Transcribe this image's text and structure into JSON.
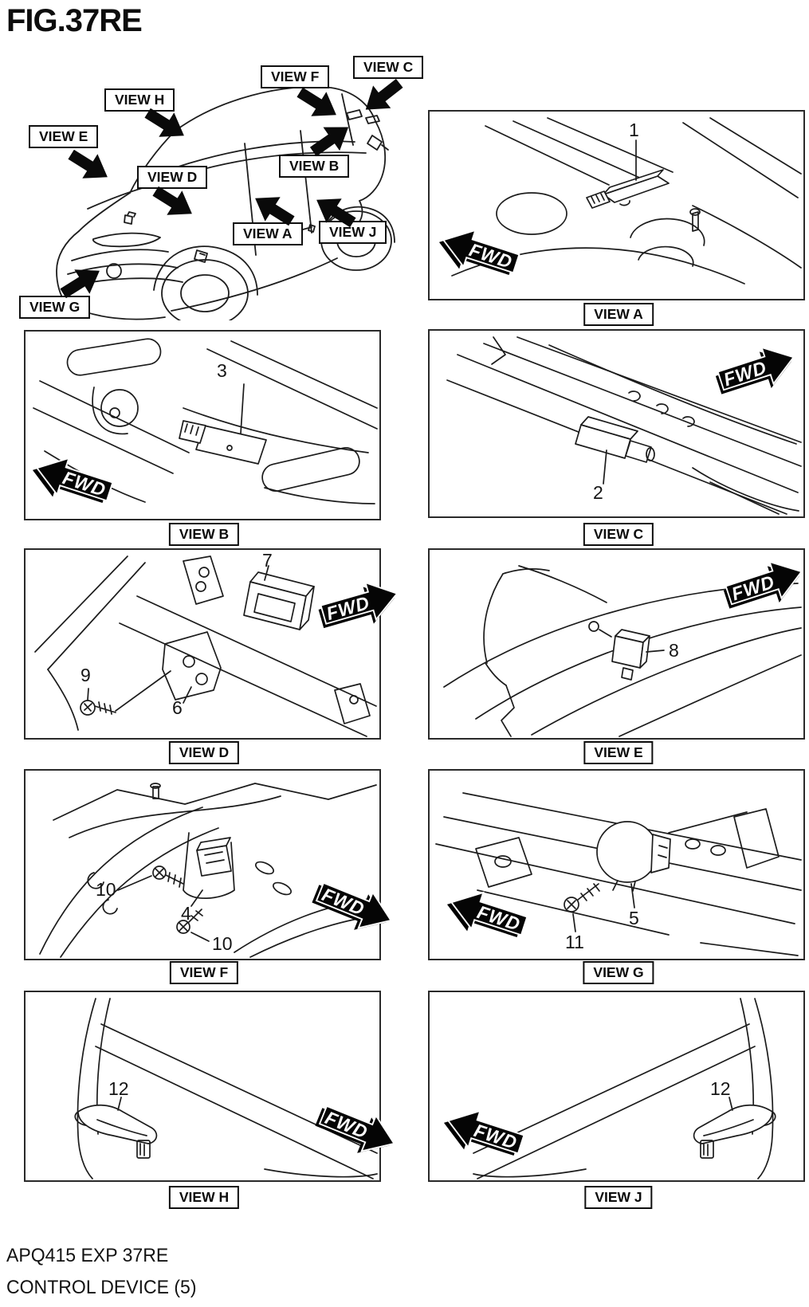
{
  "title": "FIG.37RE",
  "fwd_label": "FWD",
  "overview": {
    "labels": [
      {
        "id": "view-f",
        "text": "VIEW F"
      },
      {
        "id": "view-c",
        "text": "VIEW C"
      },
      {
        "id": "view-h",
        "text": "VIEW H"
      },
      {
        "id": "view-e",
        "text": "VIEW E"
      },
      {
        "id": "view-d",
        "text": "VIEW D"
      },
      {
        "id": "view-b",
        "text": "VIEW B"
      },
      {
        "id": "view-a",
        "text": "VIEW A"
      },
      {
        "id": "view-j",
        "text": "VIEW J"
      },
      {
        "id": "view-g",
        "text": "VIEW G"
      }
    ]
  },
  "panels": [
    {
      "id": "view-a",
      "caption": "VIEW A",
      "parts": [
        {
          "label": "1"
        }
      ]
    },
    {
      "id": "view-b",
      "caption": "VIEW B",
      "parts": [
        {
          "label": "3"
        }
      ]
    },
    {
      "id": "view-c",
      "caption": "VIEW C",
      "parts": [
        {
          "label": "2"
        }
      ]
    },
    {
      "id": "view-d",
      "caption": "VIEW D",
      "parts": [
        {
          "label": "7"
        },
        {
          "label": "9"
        },
        {
          "label": "6"
        }
      ]
    },
    {
      "id": "view-e",
      "caption": "VIEW E",
      "parts": [
        {
          "label": "8"
        }
      ]
    },
    {
      "id": "view-f",
      "caption": "VIEW F",
      "parts": [
        {
          "label": "10"
        },
        {
          "label": "4"
        },
        {
          "label": "10"
        }
      ]
    },
    {
      "id": "view-g",
      "caption": "VIEW G",
      "parts": [
        {
          "label": "5"
        },
        {
          "label": "11"
        }
      ]
    },
    {
      "id": "view-h",
      "caption": "VIEW H",
      "parts": [
        {
          "label": "12"
        }
      ]
    },
    {
      "id": "view-j",
      "caption": "VIEW J",
      "parts": [
        {
          "label": "12"
        }
      ]
    }
  ],
  "footer": {
    "code": "APQ415 EXP 37RE",
    "description": "CONTROL DEVICE (5)"
  }
}
